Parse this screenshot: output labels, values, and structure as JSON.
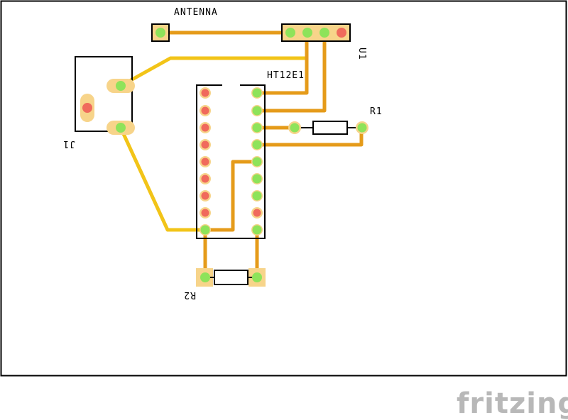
{
  "board": {
    "labels": {
      "antenna": "ANTENNA",
      "u1": "U1",
      "ic": "HT12E1",
      "r1": "R1",
      "j1": "J1",
      "r2": "R2"
    },
    "brand": "fritzing"
  },
  "colors": {
    "outline": "#000000",
    "trace_top": "#e59b1a",
    "trace_bottom": "#f2c418",
    "pad_copper": "#f7d48a",
    "pin_connected": "#8ee35a",
    "pin_unconnected": "#f06a5c",
    "brand": "#b8b8b8"
  }
}
